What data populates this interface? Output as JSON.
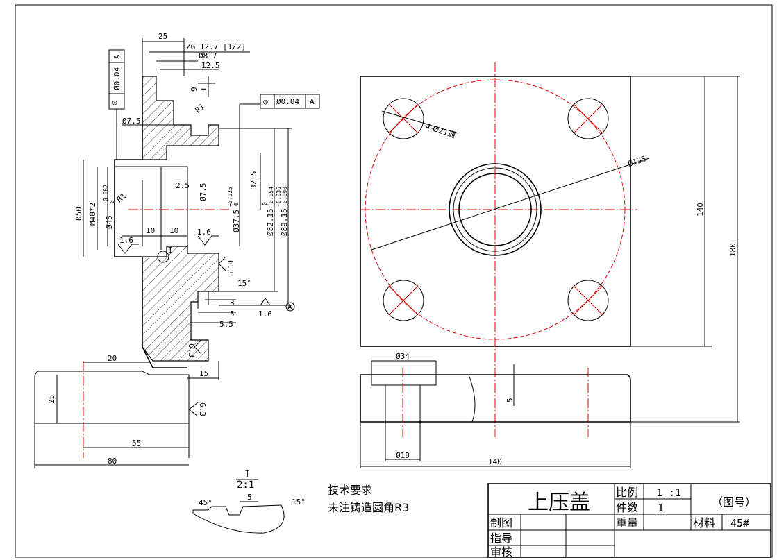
{
  "left_view": {
    "dims": {
      "d25": "25",
      "zg": "ZG 12.7 [1/2]",
      "d8_7": "Ø8.7",
      "d12_5": "12.5",
      "d9": "9",
      "d1": "1",
      "r1_top": "R1",
      "d7_5_top": "Ø7.5",
      "d50": "Ø50",
      "m48": "M48*2",
      "d45": "Ø45",
      "d45_tol_up": "+0.062",
      "d45_tol_low": "0",
      "r1_left": "R1",
      "d2_5": "2.5",
      "d7_5_mid": "Ø7.5",
      "d32_5": "32.5",
      "d37_5": "Ø37.5",
      "d37_5_tol_up": "+0.025",
      "d37_5_tol_low": "0",
      "d82_15": "Ø82.15",
      "d82_15_tol_up": "0",
      "d82_15_tol_low": "-0.054",
      "d89_15": "Ø89.15",
      "d89_15_tol_up": "-0.036",
      "d89_15_tol_low": "-0.090",
      "d10_a": "10",
      "d10_b": "10",
      "rough_a": "1.6",
      "rough_b": "1.6",
      "rough_c": "1.6",
      "rough_d": "6.3",
      "rough_e": "6.3",
      "rough_f": "6.3",
      "detail_mark": "I",
      "angle15": "15°",
      "d3": "3",
      "d5": "5",
      "d5_5": "5.5",
      "d20": "20",
      "d15": "15",
      "d55": "55",
      "d80": "80",
      "datum": "A"
    },
    "tolerance_frames": [
      {
        "symbol": "◎",
        "value": "Ø0.04",
        "datum": "A"
      },
      {
        "symbol": "◎",
        "value": "Ø0.04",
        "datum": "A"
      }
    ]
  },
  "right_view": {
    "holes_label": "4-Ø21通",
    "pcd_label": "Ø135",
    "dim_140_v": "140",
    "dim_180_v": "180",
    "dim_34": "Ø34",
    "dim_5": "5",
    "dim_18": "Ø18",
    "dim_140_h": "140"
  },
  "detail": {
    "title": "I",
    "scale": "2:1",
    "angle45": "45°",
    "dim5": "5",
    "angle15": "15°"
  },
  "notes": {
    "heading": "技术要求",
    "line1": "未注铸造圆角R3"
  },
  "title_block": {
    "part_name": "上压盖",
    "scale_label": "比例",
    "scale_value": "1 :1",
    "qty_label": "件数",
    "qty_value": "1",
    "drawing_no": "（图号）",
    "weight_label": "重量",
    "material_label": "材料",
    "material_value": "45#",
    "drawn_by": "制图",
    "guided_by": "指导",
    "checked_by": "审核"
  }
}
